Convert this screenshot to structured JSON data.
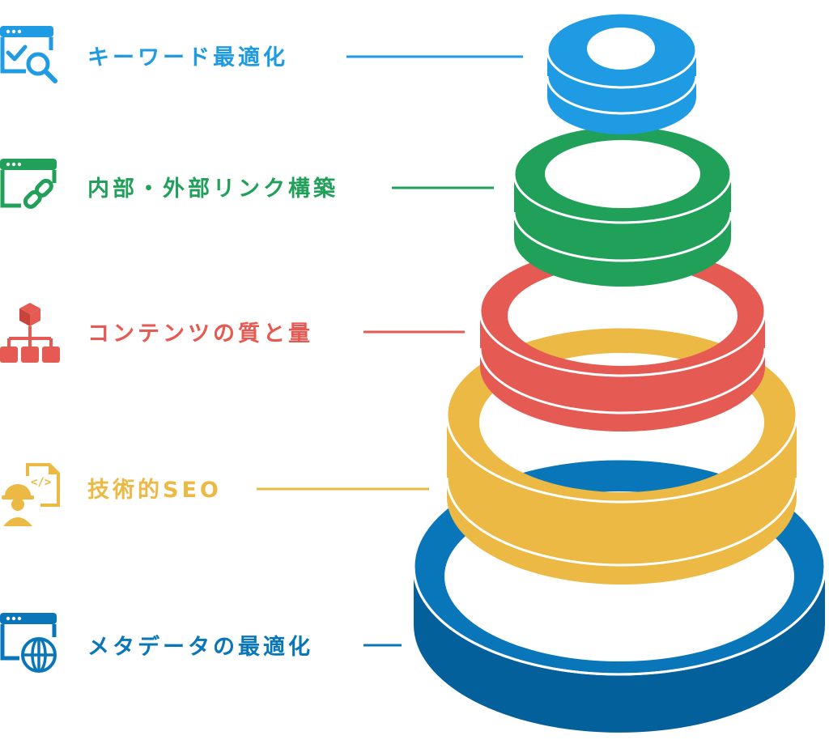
{
  "diagram": {
    "layers": [
      {
        "id": "keyword",
        "label": "キーワード最適化",
        "color": "#1e9be3",
        "icon": "browser-check-search-icon"
      },
      {
        "id": "links",
        "label": "内部・外部リンク構築",
        "color": "#21a05a",
        "icon": "browser-link-icon"
      },
      {
        "id": "content",
        "label": "コンテンツの質と量",
        "color": "#e55a52",
        "icon": "content-hierarchy-icon"
      },
      {
        "id": "technical",
        "label": "技術的SEO",
        "color": "#ecb944",
        "icon": "engineer-code-icon"
      },
      {
        "id": "meta",
        "label": "メタデータの最適化",
        "color": "#0876b8",
        "icon": "browser-globe-icon"
      }
    ]
  }
}
